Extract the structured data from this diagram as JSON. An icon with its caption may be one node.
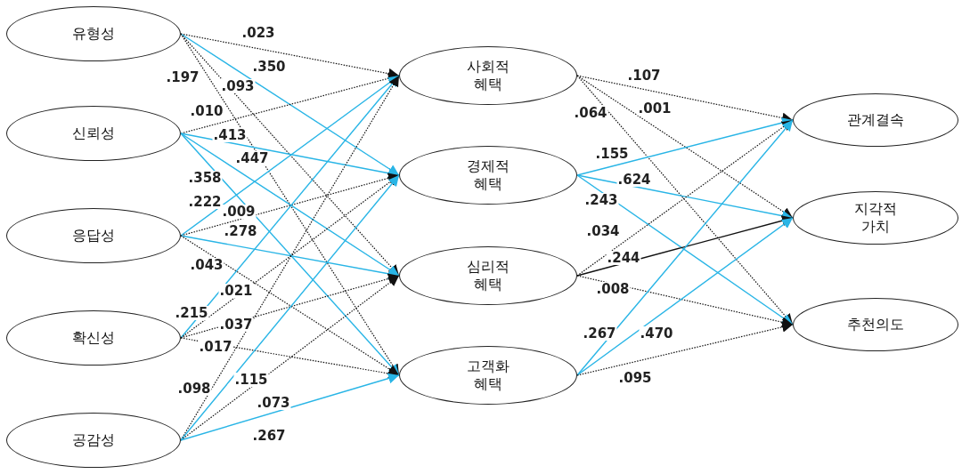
{
  "diagram": {
    "nodes": [
      {
        "text": [
          "유형성"
        ]
      },
      {
        "text": [
          "신뢰성"
        ]
      },
      {
        "text": [
          "응답성"
        ]
      },
      {
        "text": [
          "확신성"
        ]
      },
      {
        "text": [
          "공감성"
        ]
      },
      {
        "text": [
          "사회적 혜택"
        ]
      },
      {
        "text": [
          "경제적 혜택"
        ]
      },
      {
        "text": [
          "심리적 혜택"
        ]
      },
      {
        "text": [
          "고객화 혜택"
        ]
      },
      {
        "text": [
          "관계결속"
        ]
      },
      {
        "text": [
          "지각적 가치"
        ]
      },
      {
        "text": [
          "추천의도"
        ]
      }
    ],
    "edges": [
      {
        "from": 0,
        "to": 5,
        "arrow": "to",
        "label": ".023",
        "style": "dashed"
      },
      {
        "from": 0,
        "to": 6,
        "arrow": "to",
        "label": ".350",
        "color": "#29b5e6"
      },
      {
        "from": 0,
        "to": 7,
        "arrow": "to",
        "label": ".093",
        "style": "dashed"
      },
      {
        "from": 0,
        "to": 8,
        "arrow": "to",
        "label": ".197",
        "style": "dashed"
      },
      {
        "from": 1,
        "to": 5,
        "arrow": "to",
        "label": ".010",
        "style": "dashed"
      },
      {
        "from": 1,
        "to": 6,
        "arrow": "to",
        "label": ".413",
        "color": "#29b5e6"
      },
      {
        "from": 1,
        "to": 7,
        "arrow": "to",
        "label": ".447",
        "color": "#29b5e6"
      },
      {
        "from": 1,
        "to": 8,
        "arrow": "to",
        "label": ".358",
        "color": "#29b5e6"
      },
      {
        "from": 2,
        "to": 5,
        "arrow": "to",
        "label": ".222",
        "color": "#29b5e6"
      },
      {
        "from": 2,
        "to": 6,
        "arrow": "to",
        "label": ".009",
        "style": "dashed"
      },
      {
        "from": 2,
        "to": 7,
        "arrow": "to",
        "label": ".278",
        "color": "#29b5e6"
      },
      {
        "from": 2,
        "to": 8,
        "arrow": "to",
        "label": ".043",
        "style": "dashed"
      },
      {
        "from": 3,
        "to": 5,
        "arrow": "to",
        "label": ".215",
        "color": "#29b5e6"
      },
      {
        "from": 3,
        "to": 6,
        "arrow": "to",
        "label": ".021",
        "style": "dashed"
      },
      {
        "from": 3,
        "to": 7,
        "arrow": "to",
        "label": ".037",
        "style": "dashed"
      },
      {
        "from": 3,
        "to": 8,
        "arrow": "to",
        "label": ".017",
        "style": "dashed"
      },
      {
        "from": 4,
        "to": 5,
        "arrow": "to",
        "label": ".098",
        "style": "dashed"
      },
      {
        "from": 4,
        "to": 6,
        "arrow": "to",
        "label": ".115",
        "color": "#29b5e6"
      },
      {
        "from": 4,
        "to": 7,
        "arrow": "to",
        "label": ".073",
        "style": "dashed"
      },
      {
        "from": 4,
        "to": 8,
        "arrow": "to",
        "label": ".267",
        "color": "#29b5e6"
      },
      {
        "from": 5,
        "to": 9,
        "arrow": "to",
        "label": ".107",
        "style": "dashed"
      },
      {
        "from": 5,
        "to": 10,
        "arrow": "to",
        "label": ".001",
        "style": "dashed"
      },
      {
        "from": 5,
        "to": 11,
        "arrow": "to",
        "label": ".064",
        "style": "dashed"
      },
      {
        "from": 6,
        "to": 9,
        "arrow": "to",
        "label": ".155",
        "color": "#29b5e6"
      },
      {
        "from": 6,
        "to": 10,
        "arrow": "to",
        "label": ".624",
        "color": "#29b5e6"
      },
      {
        "from": 6,
        "to": 11,
        "arrow": "to",
        "label": ".243",
        "color": "#29b5e6"
      },
      {
        "from": 7,
        "to": 9,
        "arrow": "to",
        "label": ".034",
        "style": "dashed"
      },
      {
        "from": 7,
        "to": 10,
        "arrow": "to",
        "label": ".244"
      },
      {
        "from": 7,
        "to": 11,
        "arrow": "to",
        "label": ".008",
        "style": "dashed"
      },
      {
        "from": 8,
        "to": 9,
        "arrow": "to",
        "label": ".267",
        "color": "#29b5e6"
      },
      {
        "from": 8,
        "to": 10,
        "arrow": "to",
        "label": ".470",
        "color": "#29b5e6"
      },
      {
        "from": 8,
        "to": 11,
        "arrow": "to",
        "label": ".095",
        "style": "dashed"
      }
    ]
  }
}
